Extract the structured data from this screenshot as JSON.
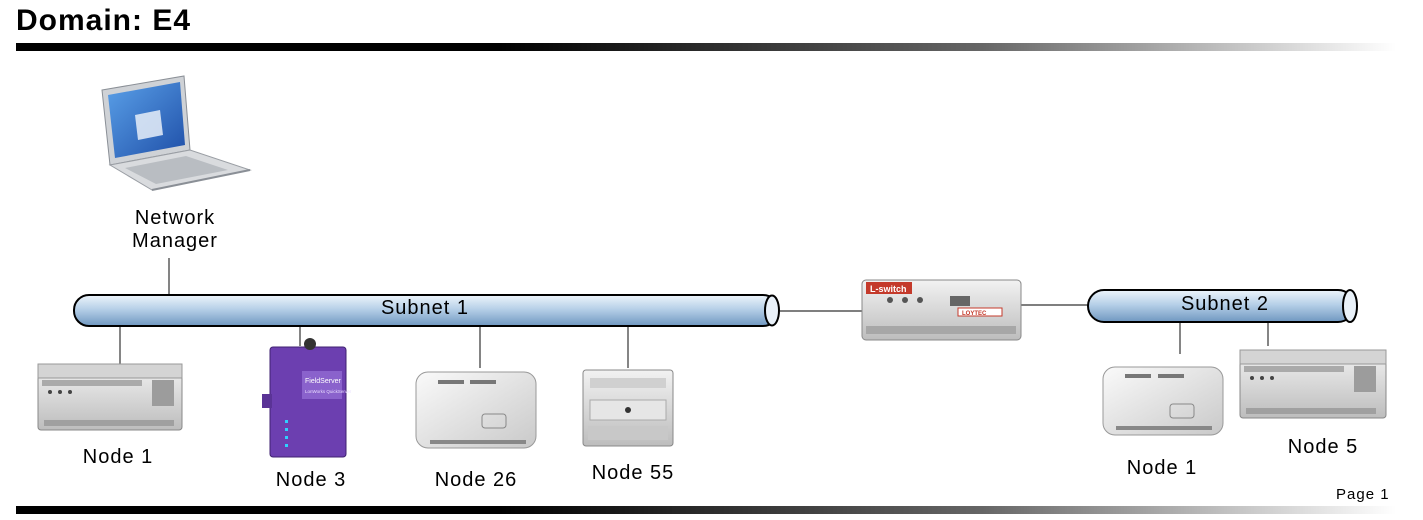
{
  "header": {
    "title": "Domain: E4"
  },
  "footer": {
    "page": "Page 1"
  },
  "network_manager": {
    "label": "Network\nManager"
  },
  "router": {
    "brand": "L-switch",
    "maker": "LOYTEC"
  },
  "subnets": [
    {
      "label": "Subnet 1"
    },
    {
      "label": "Subnet 2"
    }
  ],
  "nodes": [
    {
      "label": "Node 1"
    },
    {
      "label": "Node 3"
    },
    {
      "label": "Node 26"
    },
    {
      "label": "Node 55"
    },
    {
      "label": "Node 1"
    },
    {
      "label": "Node 5"
    }
  ],
  "devices": {
    "fieldserver_brand": "FieldServer",
    "fieldserver_model": "LonWorks QuickServer"
  },
  "colors": {
    "pipe_light": "#dbe9f5",
    "pipe_dark": "#7fa6cc",
    "fieldserver": "#6c3fb0",
    "lswitch_accent": "#c43a2b"
  }
}
